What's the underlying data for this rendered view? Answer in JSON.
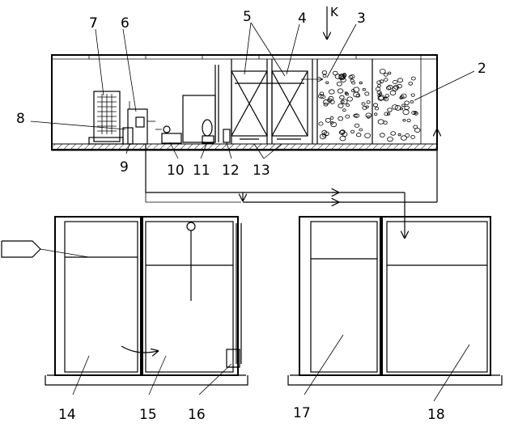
{
  "labels": {
    "l2": "2",
    "l3": "3",
    "l4": "4",
    "l5": "5",
    "l6": "6",
    "l7": "7",
    "l8": "8",
    "l9": "9",
    "l10": "10",
    "l11": "11",
    "l12": "12",
    "l13": "13",
    "l14": "14",
    "l15": "15",
    "l16": "16",
    "l17": "17",
    "l18": "18",
    "inflow": "K"
  }
}
